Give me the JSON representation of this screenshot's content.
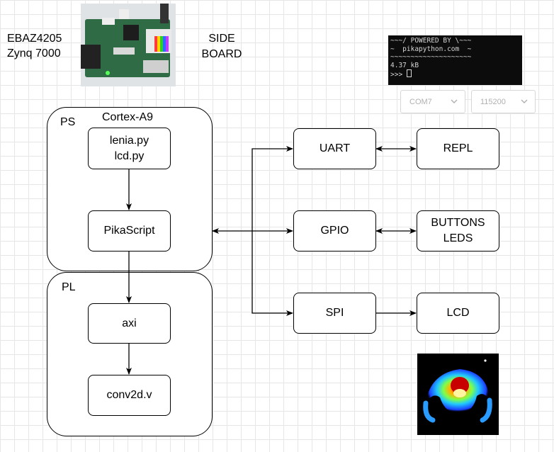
{
  "header": {
    "board_name": "EBAZ4205",
    "board_chip": "Zynq 7000",
    "side_board": "SIDE\nBOARD"
  },
  "terminal": {
    "lines": [
      "~~~/ POWERED BY \\~~~",
      "~  pikapython.com  ~",
      "~~~~~~~~~~~~~~~~~~~~",
      "4.37 kB",
      ">>> "
    ],
    "port": "COM7",
    "baud": "115200"
  },
  "diagram": {
    "ps": {
      "label": "PS",
      "title": "Cortex-A9"
    },
    "pl": {
      "label": "PL"
    },
    "blocks": {
      "scripts": "lenia.py\nlcd.py",
      "pikascript": "PikaScript",
      "axi": "axi",
      "conv2d": "conv2d.v",
      "uart": "UART",
      "gpio": "GPIO",
      "spi": "SPI",
      "repl": "REPL",
      "buttons_leds": "BUTTONS\nLEDS",
      "lcd": "LCD"
    }
  },
  "colors": {
    "grid": "#e6e6e6",
    "terminal_bg": "#0c0c0c",
    "pcb": "#2f6b45"
  },
  "icons": {
    "board_photo": "pcb-photo-icon",
    "heatmap": "lenia-heatmap-icon"
  }
}
